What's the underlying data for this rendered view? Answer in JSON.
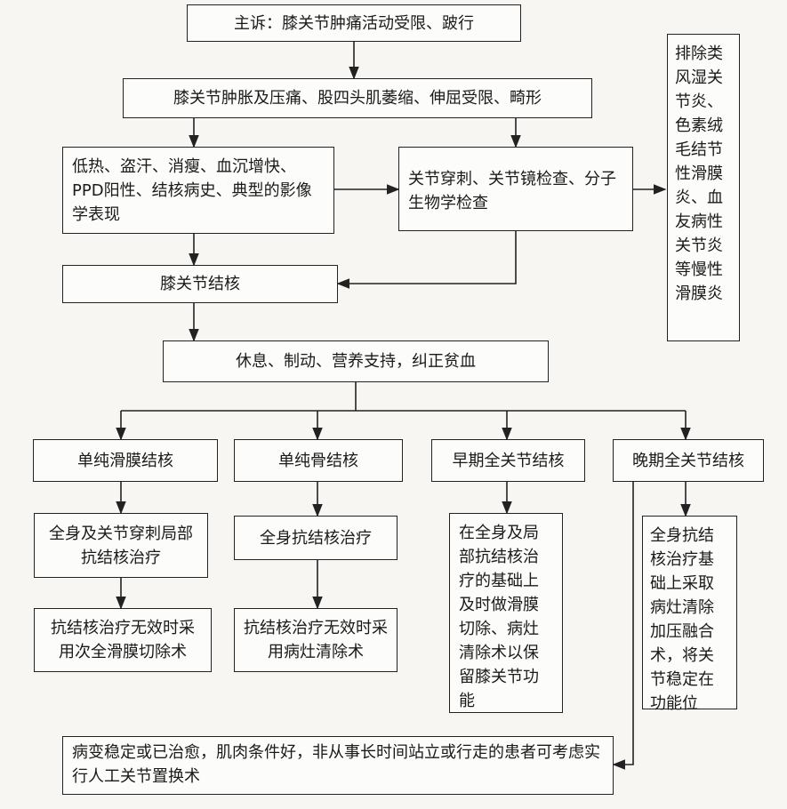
{
  "nodes": {
    "complaint": "主诉：膝关节肿痛活动受限、跛行",
    "signs": "膝关节肿胀及压痛、股四头肌萎缩、伸屈受限、畸形",
    "systemic": "低热、盗汗、消瘦、血沉增快、PPD阳性、结核病史、典型的影像学表现",
    "tests": "关节穿刺、关节镜检查、分子生物学检查",
    "exclude": "排除类风湿关节炎、色素绒毛结节性滑膜炎、血友病性关节炎等慢性滑膜炎",
    "diagnosis": "膝关节结核",
    "general": "休息、制动、营养支持，纠正贫血",
    "type1": "单纯滑膜结核",
    "type2": "单纯骨结核",
    "type3": "早期全关节结核",
    "type4": "晚期全关节结核",
    "treat1": "全身及关节穿刺局部抗结核治疗",
    "treat2": "全身抗结核治疗",
    "treat3": "在全身及局部抗结核治疗的基础上及时做滑膜切除、病灶清除术以保留膝关节功能",
    "treat4": "全身抗结核治疗基础上采取病灶清除加压融合术，将关节稳定在功能位",
    "fail1": "抗结核治疗无效时采用次全滑膜切除术",
    "fail2": "抗结核治疗无效时采用病灶清除术",
    "final": "病变稳定或已治愈，肌肉条件好，非从事长时间站立或行走的患者可考虑实行人工关节置换术"
  }
}
